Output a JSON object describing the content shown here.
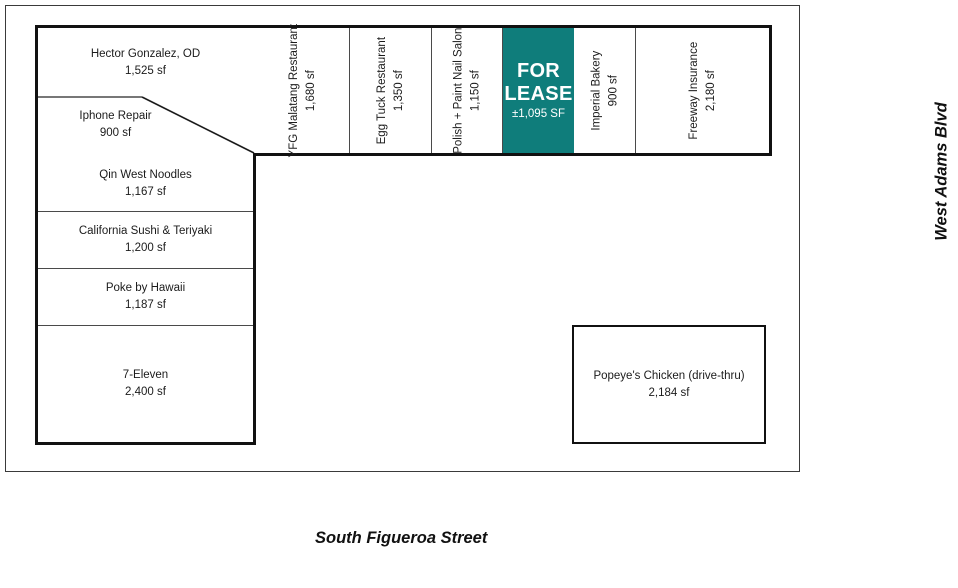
{
  "plan": {
    "streets": {
      "bottom": "South Figueroa Street",
      "right": "West Adams Blvd"
    },
    "lease": {
      "line1": "FOR",
      "line2": "LEASE",
      "area": "±1,095 SF",
      "color": "#0f7d7b",
      "text_color": "#ffffff"
    },
    "units": {
      "hector_gonzalez": {
        "name": "Hector Gonzalez, OD",
        "sf": "1,525 sf"
      },
      "iphone_repair": {
        "name": "Iphone Repair",
        "sf": "900 sf"
      },
      "qin_west": {
        "name": "Qin West Noodles",
        "sf": "1,167 sf"
      },
      "california_sushi": {
        "name": "California Sushi & Teriyaki",
        "sf": "1,200 sf"
      },
      "poke_hawaii": {
        "name": "Poke by Hawaii",
        "sf": "1,187 sf"
      },
      "seven_eleven": {
        "name": "7-Eleven",
        "sf": "2,400 sf"
      },
      "yfg_malatang": {
        "name": "YFG Malatang Restaurant",
        "sf": "1,680 sf"
      },
      "egg_tuck": {
        "name": "Egg Tuck Restaurant",
        "sf": "1,350 sf"
      },
      "polish_paint": {
        "name": "Polish + Paint Nail Salon",
        "sf": "1,150 sf"
      },
      "imperial_bakery": {
        "name": "Imperial Bakery",
        "sf": "900 sf"
      },
      "freeway_insurance": {
        "name": "Freeway Insurance",
        "sf": "2,180 sf"
      },
      "popeyes": {
        "name": "Popeye's Chicken (drive-thru)",
        "sf": "2,184 sf"
      }
    }
  }
}
